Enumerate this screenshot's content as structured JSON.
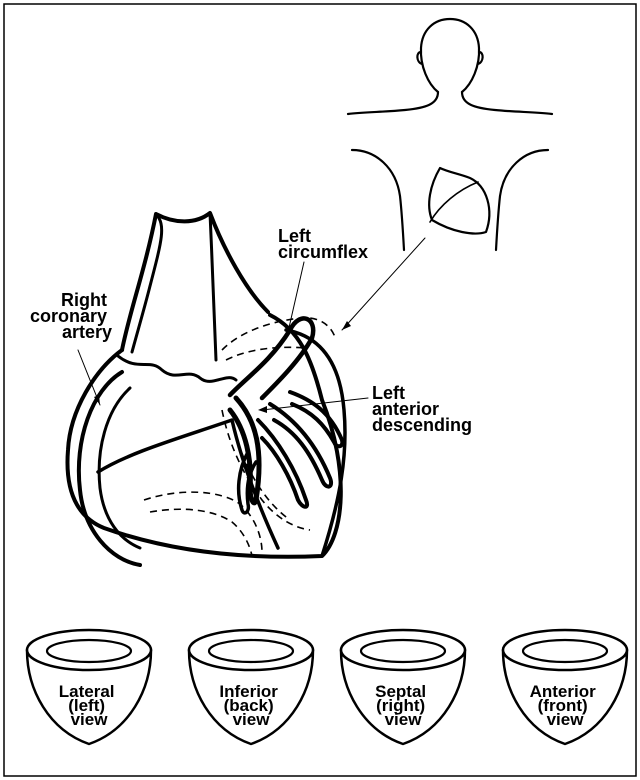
{
  "labels": {
    "left_circumflex": [
      "Left",
      "circumflex"
    ],
    "right_coronary": [
      "Right",
      "coronary",
      "artery"
    ],
    "left_anterior_descending": [
      "Left",
      "anterior",
      "descending"
    ]
  },
  "views": [
    {
      "lines": [
        "Lateral",
        "(left)",
        "view"
      ]
    },
    {
      "lines": [
        "Inferior",
        "(back)",
        "view"
      ]
    },
    {
      "lines": [
        "Septal",
        "(right)",
        "view"
      ]
    },
    {
      "lines": [
        "Anterior",
        "(front)",
        "view"
      ]
    }
  ],
  "colors": {
    "ink": "#000000",
    "paper": "#ffffff"
  }
}
